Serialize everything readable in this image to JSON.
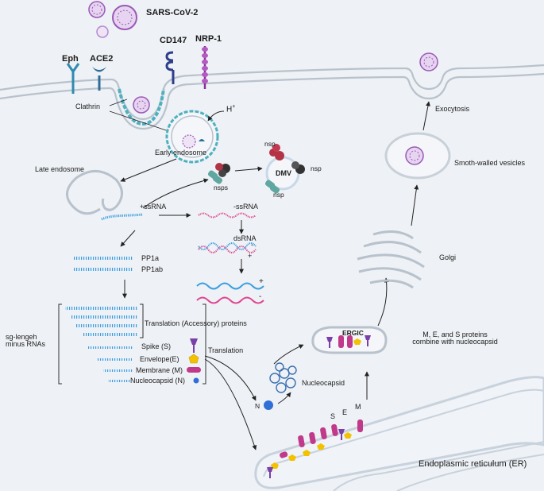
{
  "colors": {
    "background": "#eef1f5",
    "membrane": "#b8c2cc",
    "clathrin": "#4fb0bf",
    "virus": "#9b59b6",
    "rna_blue": "#3a9ee0",
    "rna_pink": "#e0458f",
    "membrane_protein": "#c0398a",
    "envelope": "#f2c200",
    "nucleocapsid": "#2f6fd6"
  },
  "labels": {
    "sars_cov_2": "SARS-CoV-2",
    "eph": "Eph",
    "ace2": "ACE2",
    "cd147": "CD147",
    "nrp1": "NRP-1",
    "clathrin": "Clathrin",
    "h_plus_base": "H",
    "h_plus_sup": "+",
    "early_endosome": "Early endosome",
    "late_endosome": "Late endosome",
    "nsp_top": "nsp",
    "nsp_right": "nsp",
    "nsp_bottom": "nsp",
    "nsps": "nsps",
    "dmv": "DMV",
    "plus_ssrna": "+ssRNA",
    "minus_ssrna": "-ssRNA",
    "dsrna": "dsRNA",
    "ds_plus": "+",
    "ds_minus": "-",
    "rna_plus": "+",
    "rna_minus": "-",
    "pp1a": "PP1a",
    "pp1ab": "PP1ab",
    "sg_rnas": "sg-lengeh minus RNAs",
    "translation_accessory": "Translation (Accessory) proteins",
    "spike": "Spike (S)",
    "envelope": "Envelope(E)",
    "membrane_m": "Membrane (M)",
    "nucleocapsid_n": "Nucleocapsid (N)",
    "translation": "Translation",
    "n_label": "N",
    "nucleocapsid": "Nucleocapsid",
    "ergic": "ERGIC",
    "combine": "M, E, and S proteins combine with nucleocapsid",
    "s_label": "S",
    "e_label": "E",
    "m_label": "M",
    "er": "Endoplasmic reticulum (ER)",
    "golgi": "Golgi",
    "smooth_vesicles": "Smoth-walled vesicles",
    "exocytosis": "Exocytosis"
  }
}
